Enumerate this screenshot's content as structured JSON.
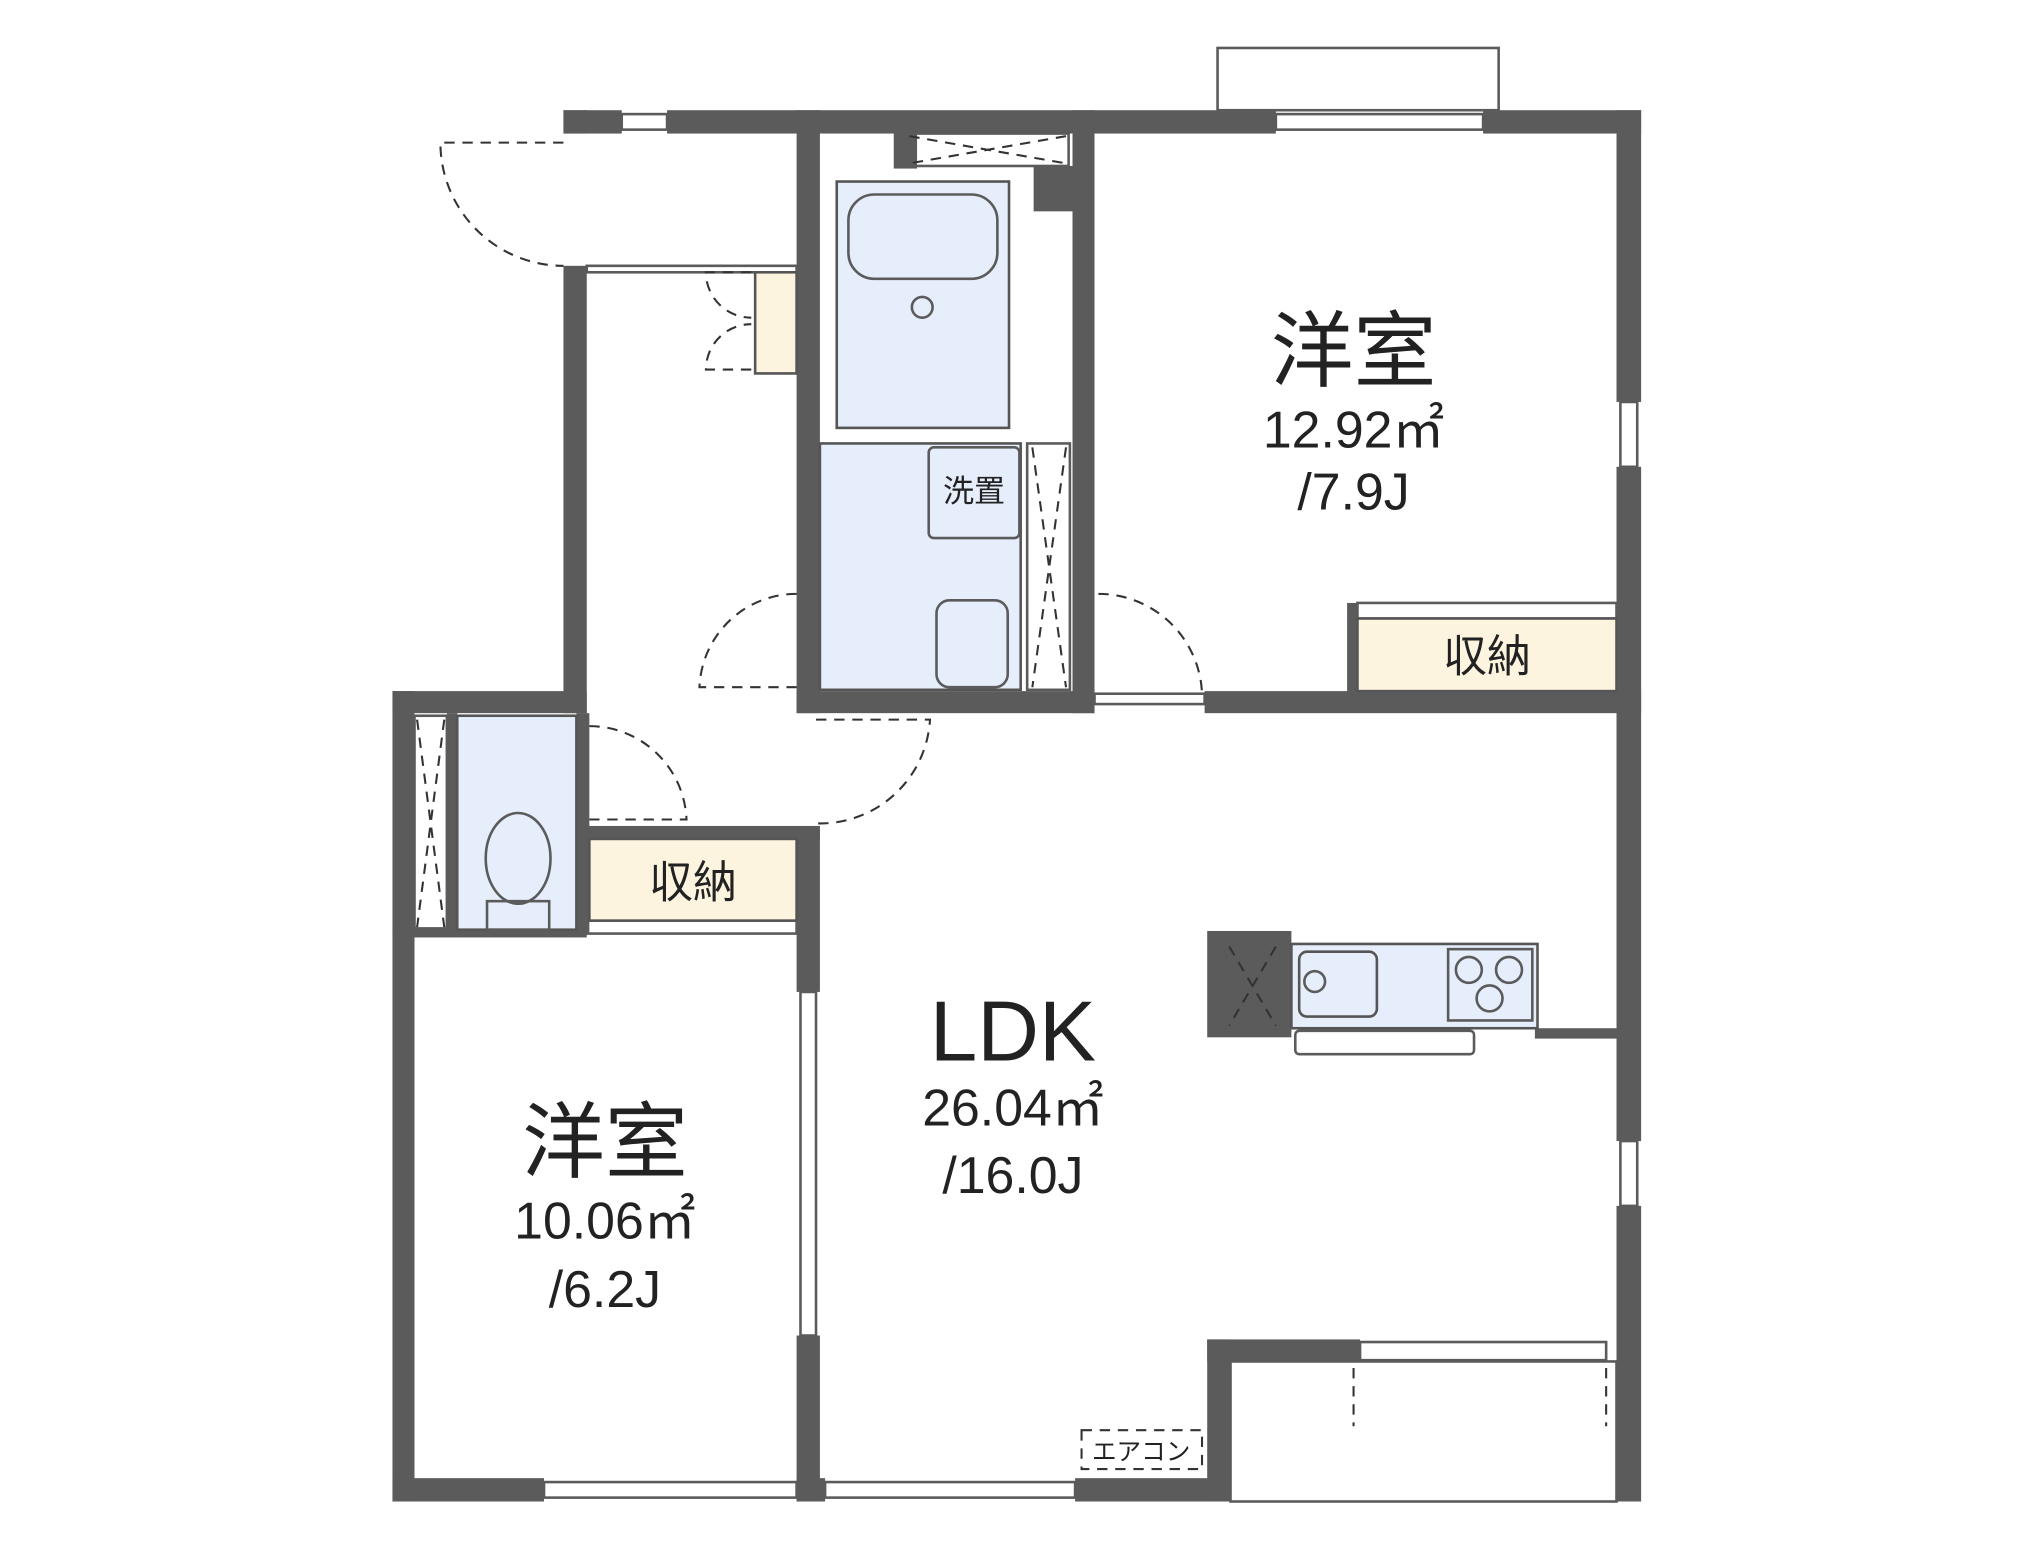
{
  "floorplan": {
    "rooms": [
      {
        "id": "bedroom-1",
        "name": "洋室",
        "area": "12.92㎡",
        "size": "/7.9J"
      },
      {
        "id": "bedroom-2",
        "name": "洋室",
        "area": "10.06㎡",
        "size": "/6.2J"
      },
      {
        "id": "ldk",
        "name": "LDK",
        "area": "26.04㎡",
        "size": "/16.0J"
      }
    ],
    "labels": {
      "storage_1": "収納",
      "storage_2": "収納",
      "washer": "洗置",
      "aircon": "エアコン"
    },
    "colors": {
      "wall": "#5b5b5b",
      "wet_area": "#e6eefb",
      "storage": "#fdf4e0"
    }
  }
}
